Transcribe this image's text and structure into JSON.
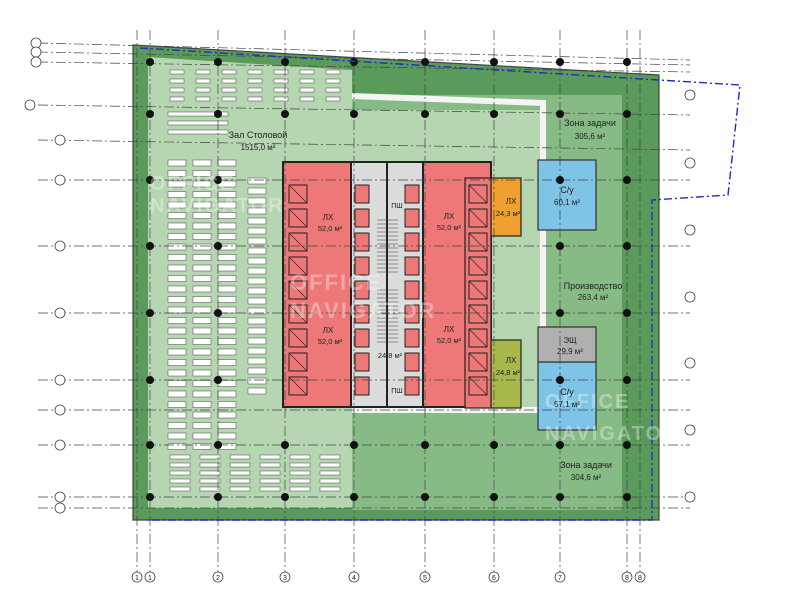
{
  "rooms": {
    "dining": {
      "label": "Зал Столовой",
      "area": "1515,0 м²"
    },
    "zone_top": {
      "label": "Зона задачи",
      "area": "305,6 м²"
    },
    "zone_bottom": {
      "label": "Зона задачи",
      "area": "304,6 м²"
    },
    "production": {
      "label": "Производство",
      "area": "263,4 м²"
    },
    "wc_top": {
      "label": "С/у",
      "area": "60,1 м²"
    },
    "wc_bottom": {
      "label": "С/у",
      "area": "57,1 м²"
    },
    "switch": {
      "label": "ЭЩ",
      "area": "29,9 м²"
    },
    "lh_1": {
      "label": "ЛХ",
      "area": "52,0 м²"
    },
    "lh_2": {
      "label": "ЛХ",
      "area": "52,0 м²"
    },
    "lh_3": {
      "label": "ЛХ",
      "area": "52,0 м²"
    },
    "lh_4": {
      "label": "ЛХ",
      "area": "52,0 м²"
    },
    "lh_orange": {
      "label": "ЛХ",
      "area": "24,3 м²"
    },
    "lh_olive": {
      "label": "ЛХ",
      "area": "24,8 м²"
    },
    "core_small": {
      "label": "",
      "area": "24,8 м²"
    },
    "shaft_1": {
      "label": "ПШ"
    },
    "shaft_2": {
      "label": "ПШ"
    }
  },
  "axes_bottom": [
    "1",
    "1",
    "2",
    "3",
    "4",
    "5",
    "6",
    "7",
    "8",
    "8"
  ],
  "watermark": [
    "OFFICE",
    "NAVIGATOR"
  ],
  "colors": {
    "outer_green": "#5a9a5a",
    "mid_green": "#86bb86",
    "light_green": "#b5d6b0",
    "lift_red": "#ee7777",
    "wc_blue": "#7ec4e6",
    "orange": "#f0a030",
    "olive": "#a8b84a",
    "switch_gray": "#b0b0b0",
    "boundary_blue": "#1f2ec0"
  }
}
